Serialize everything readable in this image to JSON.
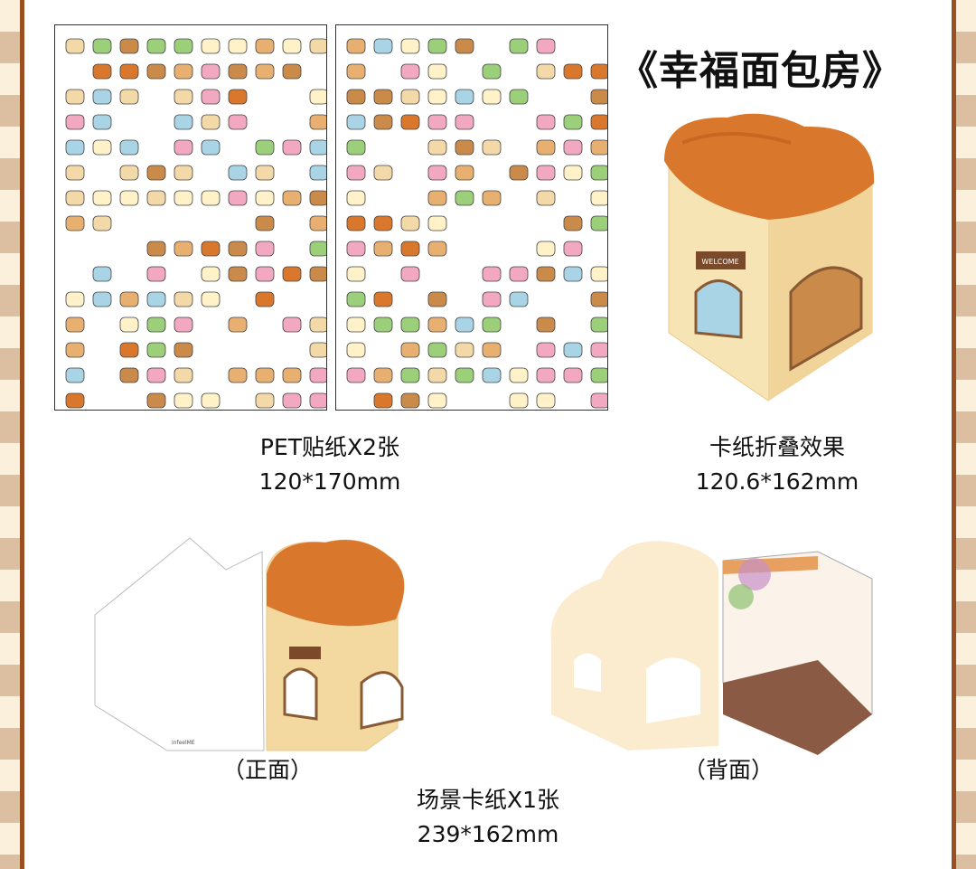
{
  "title": "《幸福面包房》",
  "stickers": {
    "label": "PET贴纸X2张",
    "size": "120*170mm"
  },
  "folded": {
    "label": "卡纸折叠效果",
    "size": "120.6*162mm"
  },
  "scene": {
    "label": "场景卡纸X1张",
    "size": "239*162mm"
  },
  "front_label": "（正面）",
  "back_label": "（背面）",
  "sign_text": "WELCOME",
  "logo_text": "infeelME",
  "colors": {
    "border_brown": "#9a4f22",
    "stripe_light": "#fbf0dc",
    "stripe_dark": "#dcbfa0",
    "crust": "#d9782c",
    "bread": "#f3d9a0"
  }
}
